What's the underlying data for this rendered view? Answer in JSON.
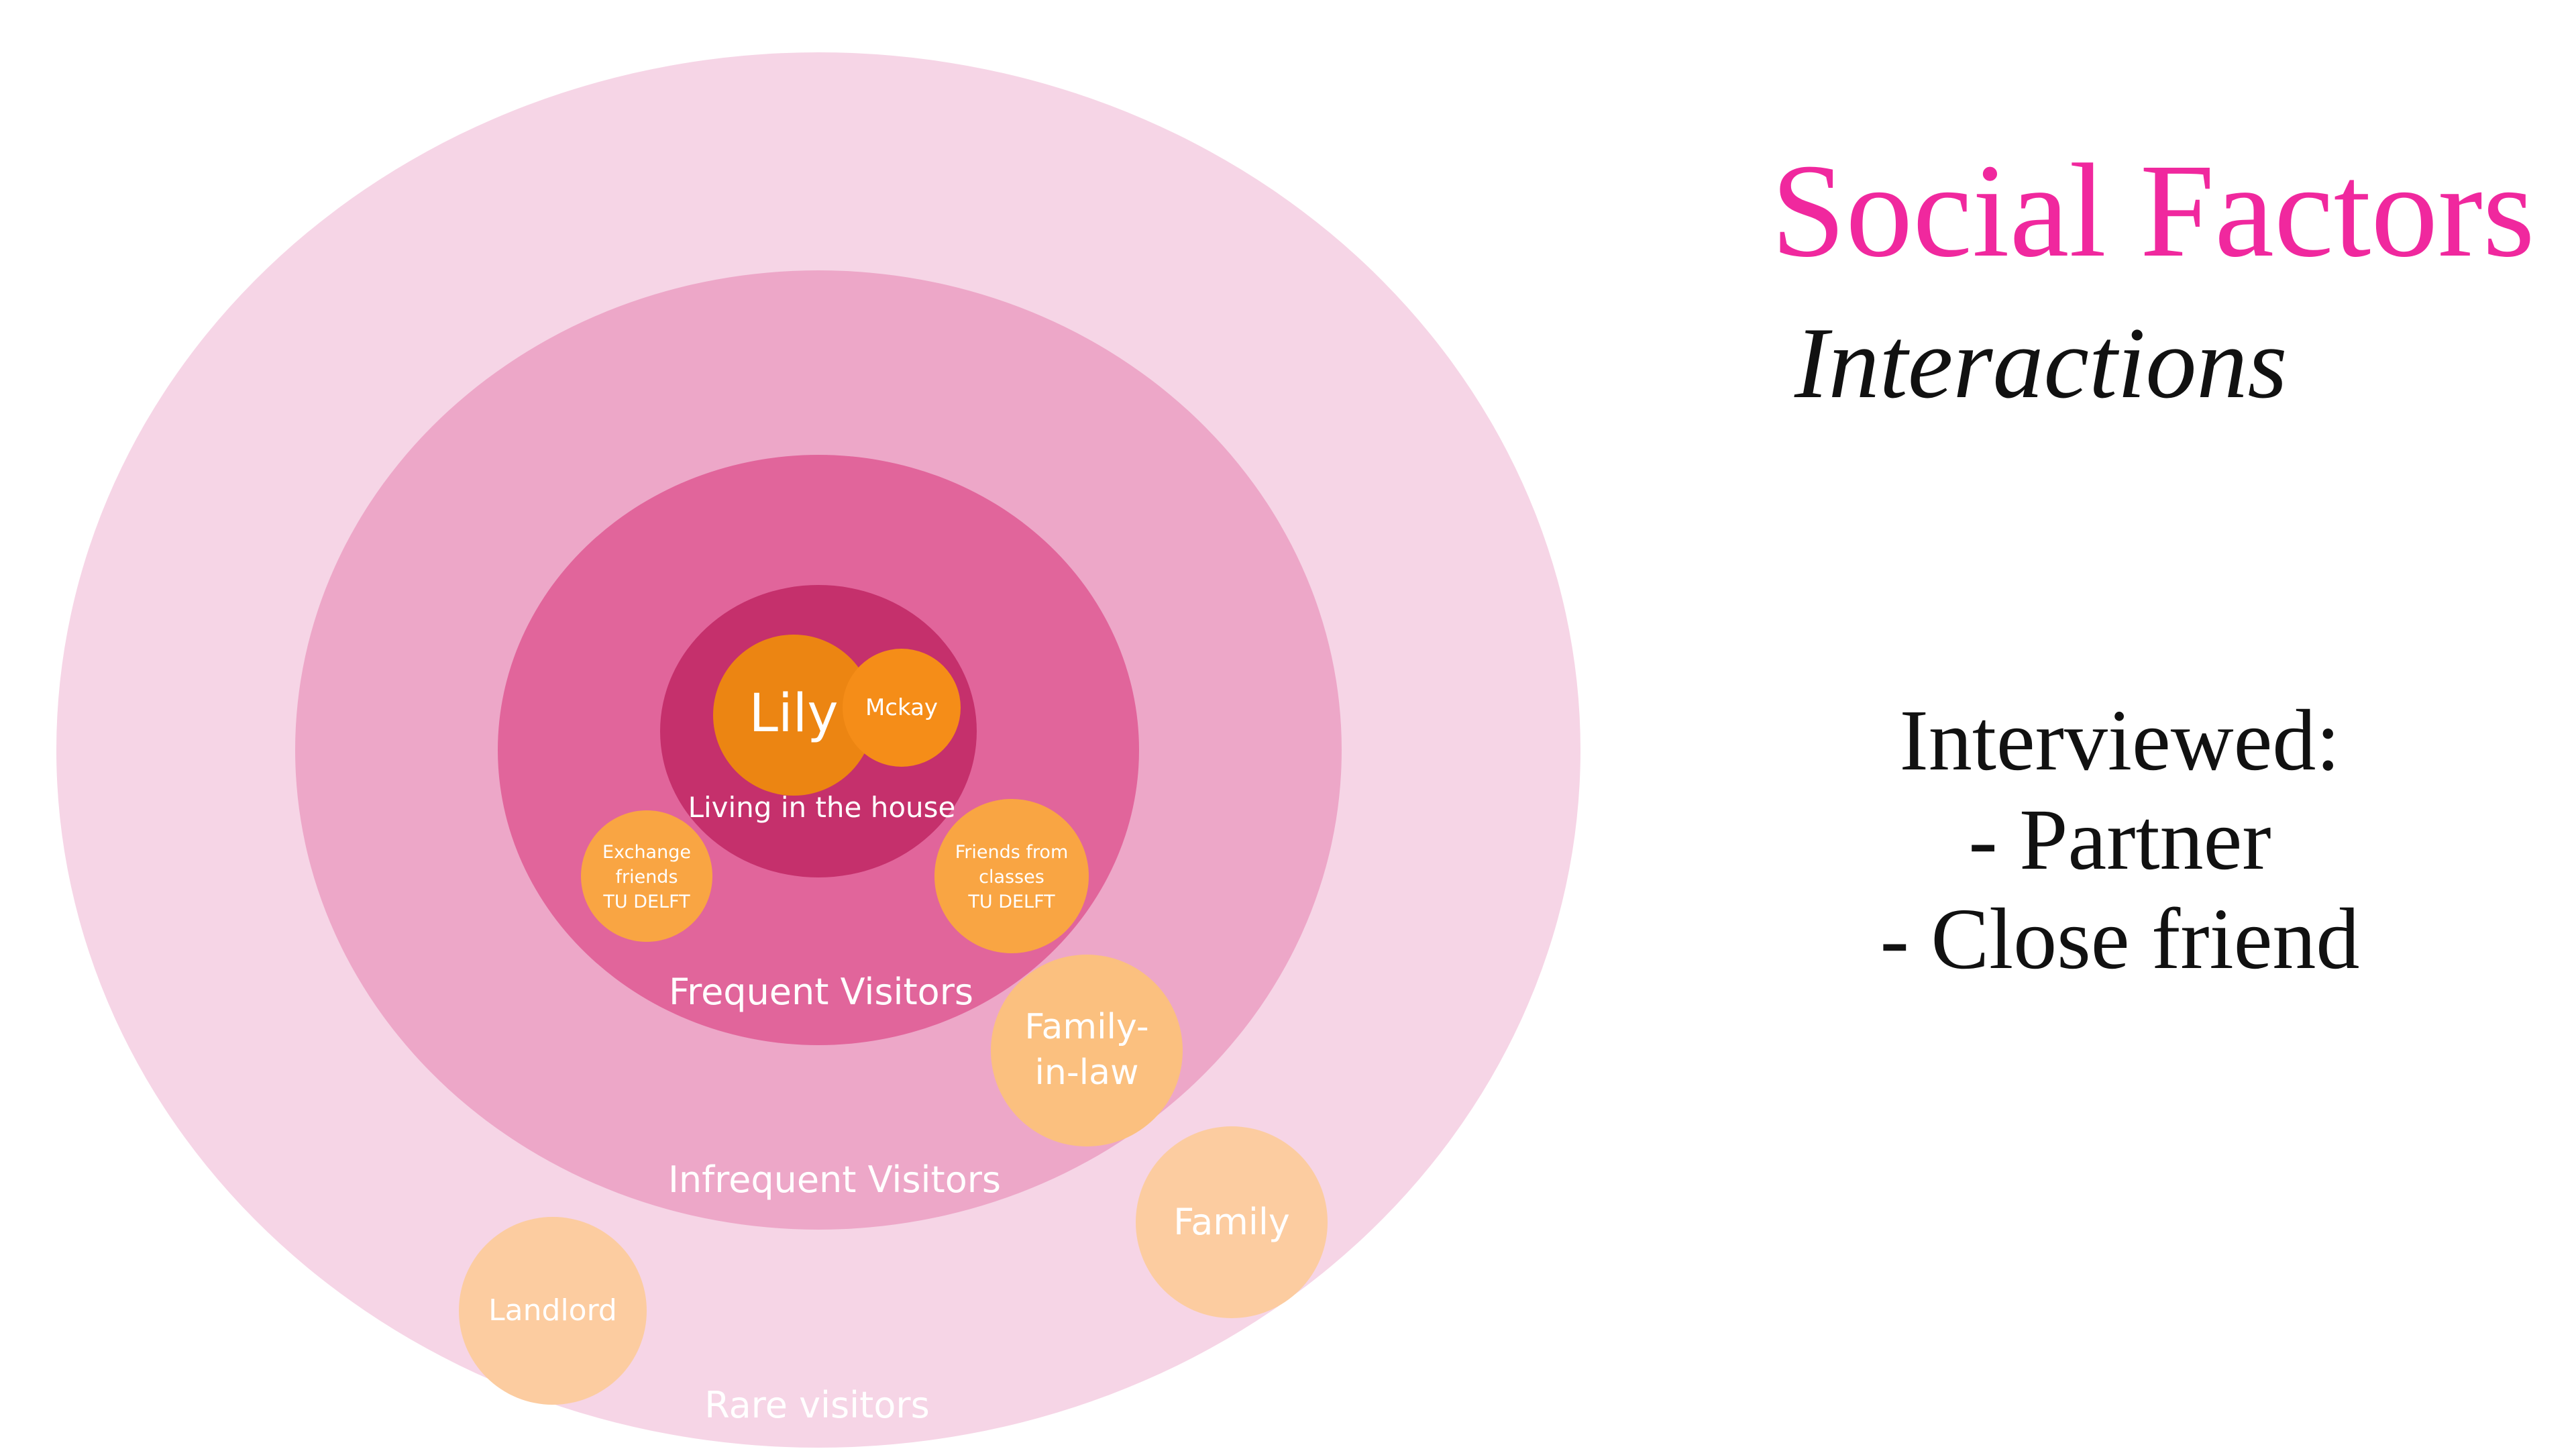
{
  "colors": {
    "ring_rare": "#f6d5e6",
    "ring_infrequent": "#eda7c8",
    "ring_frequent": "#e1659b",
    "ring_house": "#c5306c",
    "node_dark_orange": "#ec8512",
    "node_orange": "#f58d18",
    "node_light_orange": "#f9a543",
    "node_pale_orange": "#fbc07f",
    "node_peach": "#fccca0",
    "title_pink": "#f0289e"
  },
  "rings": {
    "rare": "Rare visitors",
    "infrequent": "Infrequent Visitors",
    "frequent": "Frequent Visitors",
    "house": "Living in the house"
  },
  "nodes": {
    "lily": "Lily",
    "mckay": "Mckay",
    "exchange_friends": [
      "Exchange",
      "friends",
      "TU DELFT"
    ],
    "class_friends": [
      "Friends from",
      "classes",
      "TU DELFT"
    ],
    "family_in_law": [
      "Family-",
      "in-law"
    ],
    "family": "Family",
    "landlord": "Landlord"
  },
  "side": {
    "title": "Social Factors",
    "subtitle": "Interactions",
    "interviewed_heading": "Interviewed:",
    "interviewed_items": [
      "- Partner",
      "- Close friend"
    ]
  }
}
